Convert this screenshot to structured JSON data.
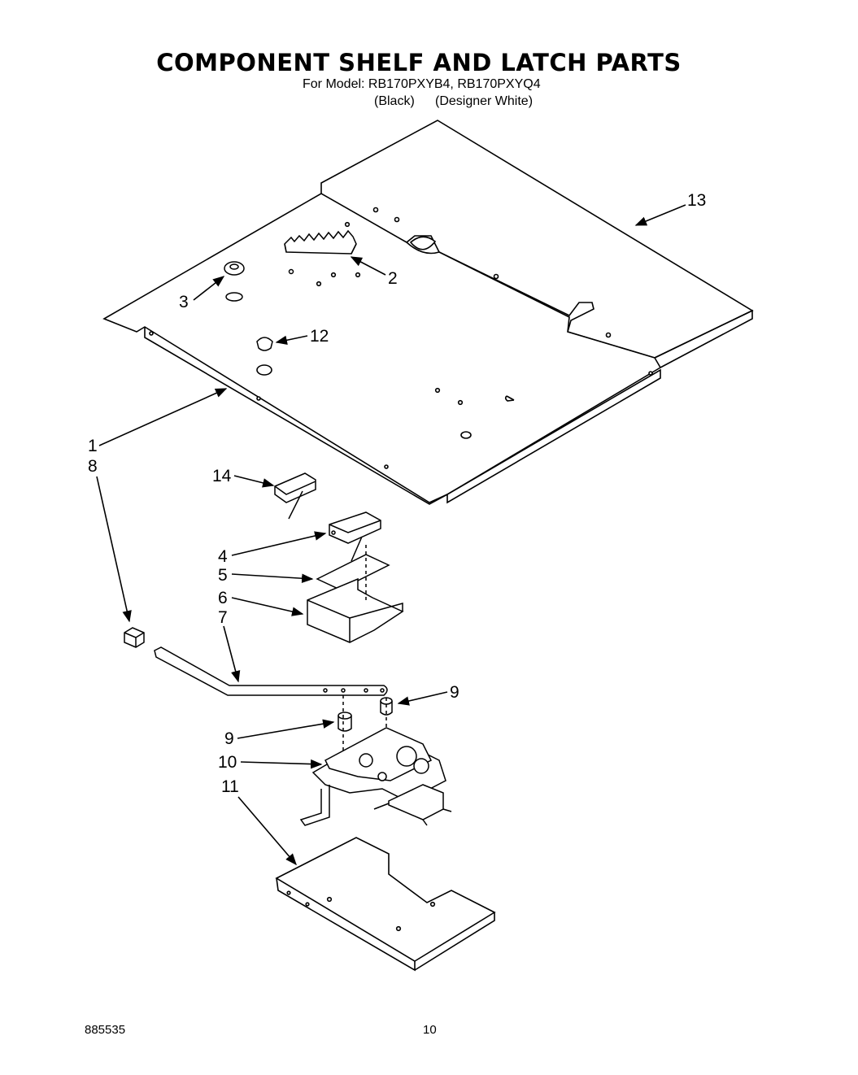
{
  "header": {
    "title": "COMPONENT SHELF AND LATCH PARTS",
    "model_label": "For Model:",
    "models": "RB170PXYB4, RB170PXYQ4",
    "variant_black": "(Black)",
    "variant_white": "(Designer White)"
  },
  "callouts": [
    "13",
    "2",
    "3",
    "12",
    "1",
    "8",
    "14",
    "4",
    "5",
    "6",
    "7",
    "9",
    "9",
    "10",
    "11"
  ],
  "footer": {
    "doc_number": "885535",
    "page_number": "10"
  }
}
